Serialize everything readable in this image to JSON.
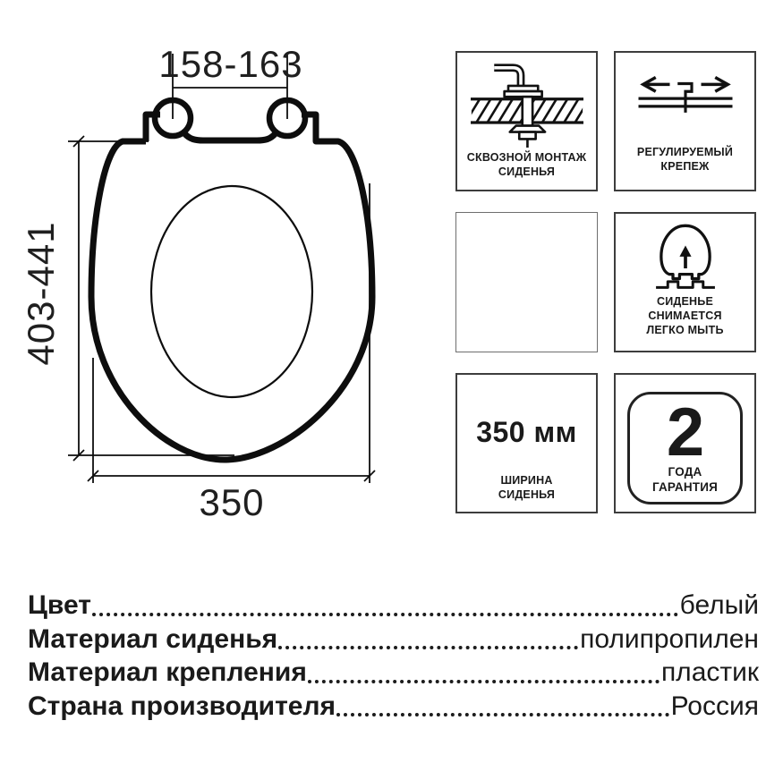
{
  "page": {
    "background": "#ffffff",
    "ink": "#1a1a1a"
  },
  "drawing": {
    "hinge_spacing_mm": "158-163",
    "seat_length_mm": "403-441",
    "seat_width_mm": "350"
  },
  "features": {
    "through_mount": {
      "caption_line1": "СКВОЗНОЙ МОНТАЖ",
      "caption_line2": "СИДЕНЬЯ"
    },
    "adjustable_fastener": {
      "caption_line1": "РЕГУЛИРУЕМЫЙ",
      "caption_line2": "КРЕПЕЖ"
    },
    "removable_seat": {
      "caption_line1": "СИДЕНЬЕ",
      "caption_line2": "СНИМАЕТСЯ",
      "caption_line3": "ЛЕГКО МЫТЬ"
    },
    "seat_width": {
      "value": "350 мм",
      "caption_line1": "ШИРИНА",
      "caption_line2": "СИДЕНЬЯ"
    },
    "warranty": {
      "value": "2",
      "caption_line1": "ГОДА",
      "caption_line2": "ГАРАНТИЯ"
    }
  },
  "specs": [
    {
      "label": "Цвет",
      "value": "белый"
    },
    {
      "label": "Материал сиденья",
      "value": "полипропилен"
    },
    {
      "label": "Материал крепления",
      "value": "пластик"
    },
    {
      "label": "Страна производителя",
      "value": "Россия"
    }
  ]
}
